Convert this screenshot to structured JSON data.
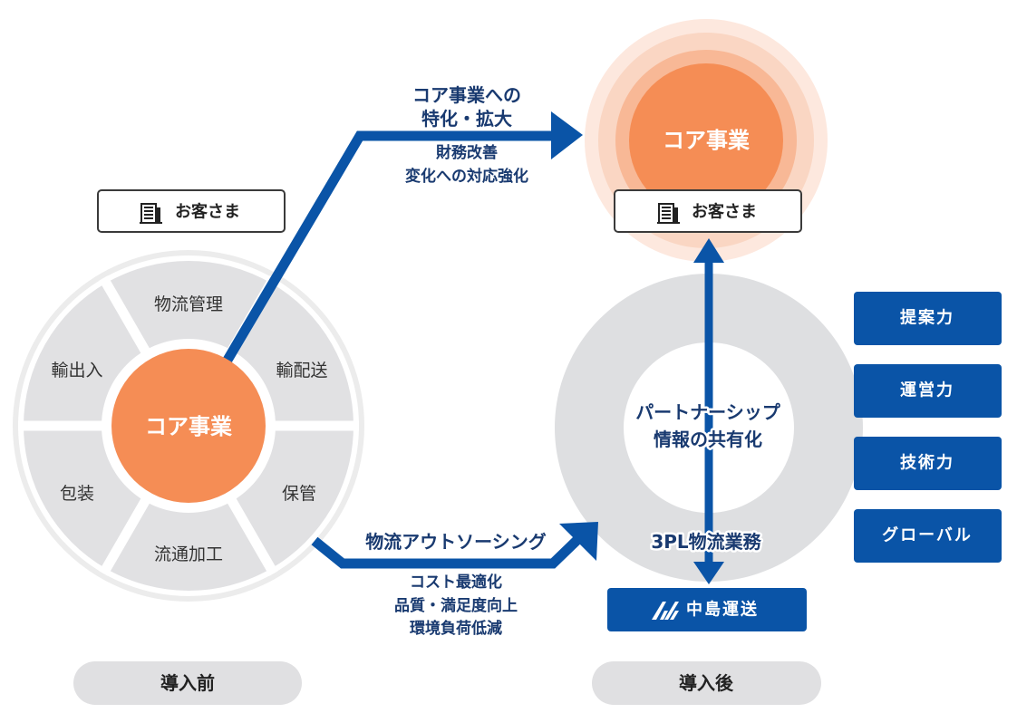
{
  "colors": {
    "blue": "#0a54a7",
    "navy_text": "#193a70",
    "orange_core": "#f58d55",
    "orange_ring1": "#f8b896",
    "orange_ring2": "#fad6c3",
    "orange_ring3": "#fde8de",
    "segment_gray": "#e1e1e3",
    "ring_gray": "#dedfe1",
    "outer_ring": "#ececec",
    "pill_gray": "#e0e0e2"
  },
  "phases": {
    "before": "導入前",
    "after": "導入後"
  },
  "before": {
    "customer": {
      "label": "お客さま",
      "icon": "building-icon"
    },
    "core": "コア事業",
    "segments": [
      "物流管理",
      "輸配送",
      "保管",
      "流通加工",
      "包装",
      "輸出入"
    ]
  },
  "arrows": {
    "top": {
      "title": [
        "コア事業への",
        "特化・拡大"
      ],
      "benefits": [
        "財務改善",
        "変化への対応強化"
      ]
    },
    "bottom": {
      "title": "物流アウトソーシング",
      "benefits": [
        "コスト最適化",
        "品質・満足度向上",
        "環境負荷低減"
      ]
    }
  },
  "after": {
    "core": "コア事業",
    "customer": {
      "label": "お客さま",
      "icon": "building-icon"
    },
    "ring_center": [
      "パートナーシップ",
      "情報の共有化"
    ],
    "ring_bottom": "3PL物流業務",
    "company": {
      "name": "中島運送",
      "icon": "nakashima-logo-icon"
    },
    "strengths": [
      "提案力",
      "運営力",
      "技術力",
      "グローバル"
    ]
  }
}
